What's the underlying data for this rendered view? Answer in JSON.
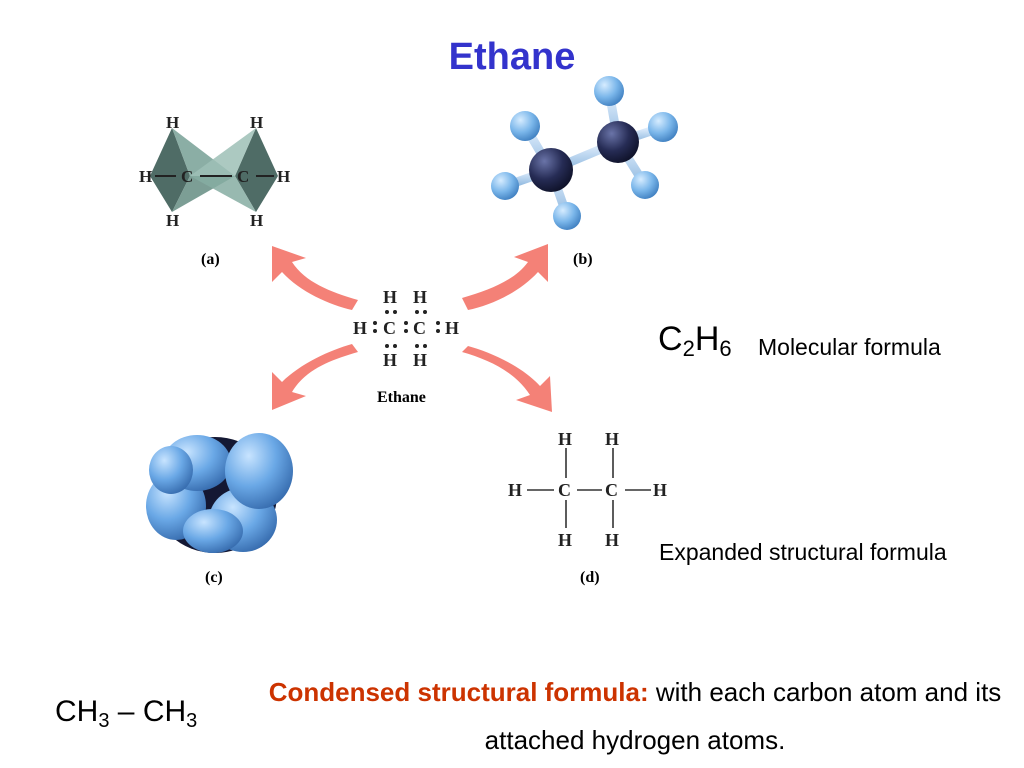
{
  "title": "Ethane",
  "atoms": {
    "hydrogen": "H",
    "carbon": "C"
  },
  "panel_labels": {
    "a": "(a)",
    "b": "(b)",
    "c": "(c)",
    "d": "(d)"
  },
  "center_label": "Ethane",
  "molecular": {
    "c": "C",
    "c_sub": "2",
    "h": "H",
    "h_sub": "6",
    "label": "Molecular formula"
  },
  "expanded_label": "Expanded structural formula",
  "condensed": {
    "ch": "CH",
    "sub": "3",
    "dash": " – ",
    "heading": "Condensed structural formula:",
    "description": "with each carbon atom and its attached hydrogen atoms."
  },
  "colors": {
    "title": "#3333cc",
    "heading": "#cc3300",
    "arrow": "#f26b5f",
    "carbon": "#1f2547",
    "hydrogen": "#7bb8ec"
  }
}
